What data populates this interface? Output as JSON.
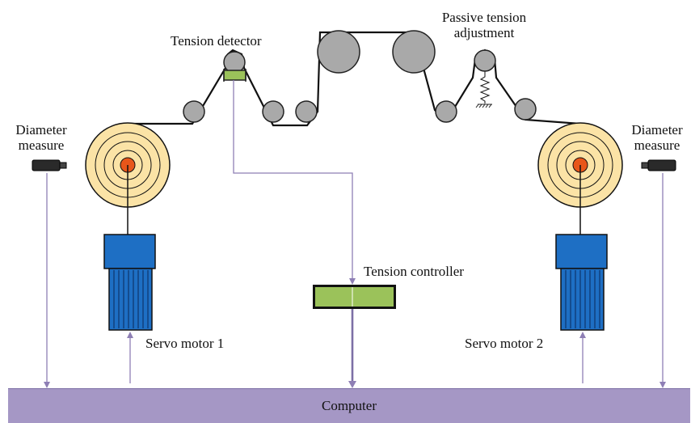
{
  "labels": {
    "tension_detector": "Tension detector",
    "passive_tension_adjustment": "Passive tension\nadjustment",
    "diameter_measure_left": "Diameter\nmeasure",
    "diameter_measure_right": "Diameter\nmeasure",
    "tension_controller": "Tension controller",
    "servo_motor_1": "Servo motor 1",
    "servo_motor_2": "Servo motor 2",
    "computer": "Computer"
  },
  "colors": {
    "roller": "#a9a9a9",
    "reel": "#fbe3a6",
    "hub": "#e8561a",
    "motor": "#1e6fc4",
    "sensor": "#9bc25a",
    "computer_bar": "#a597c5",
    "signal_line": "#8e7fb5"
  }
}
